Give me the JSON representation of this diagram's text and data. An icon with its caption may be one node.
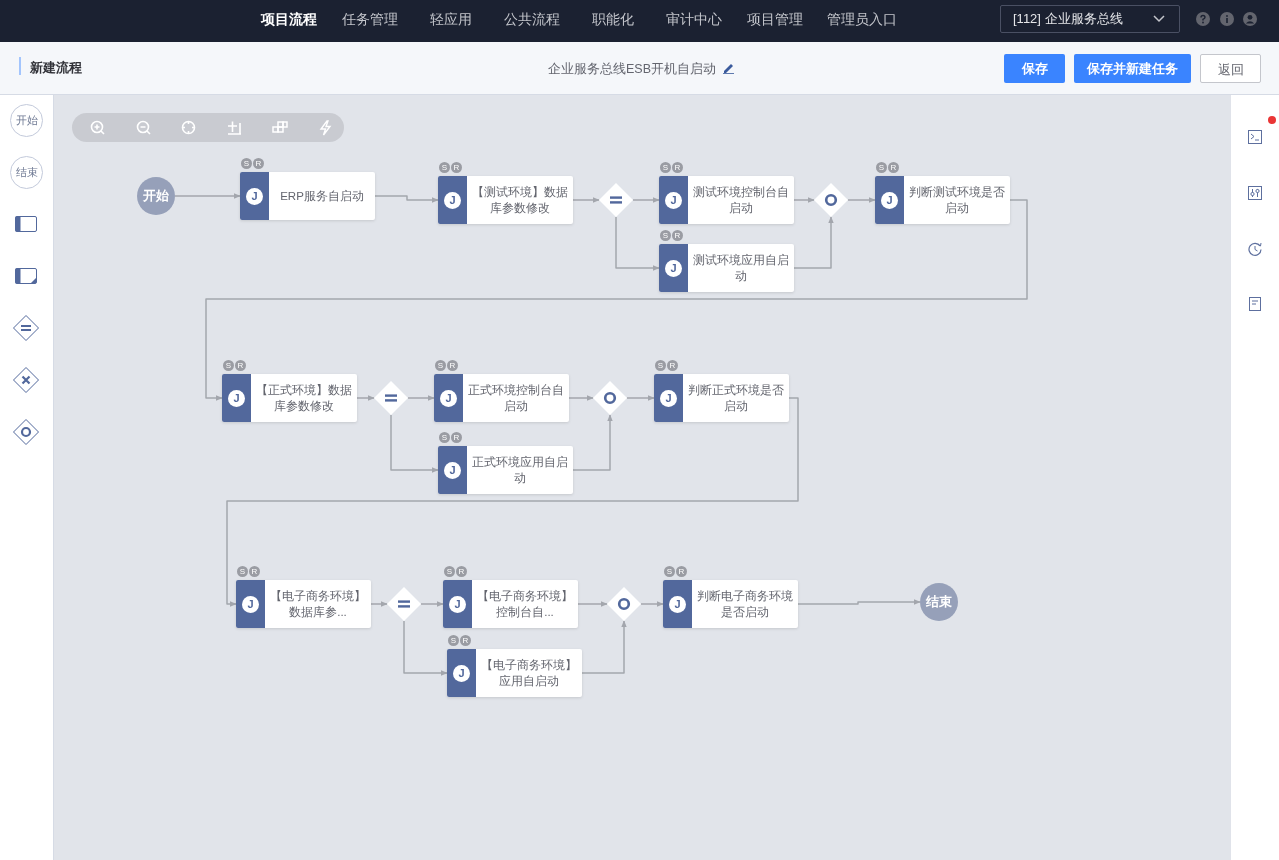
{
  "diagram": {
    "nodes": [
      {
        "text": [
          "开始"
        ]
      },
      {
        "text": [
          "J",
          "ERP服务自启动"
        ],
        "beside": [
          "S",
          "R"
        ]
      },
      {
        "text": [
          "J",
          "【测试环境】数据库参数修改"
        ],
        "beside": [
          "S",
          "R"
        ]
      },
      {
        "text": [],
        "shape": "diamond"
      },
      {
        "text": [
          "J",
          "测试环境控制台自启动"
        ],
        "beside": [
          "S",
          "R"
        ]
      },
      {
        "text": [
          "J",
          "测试环境应用自启动"
        ],
        "beside": [
          "S",
          "R"
        ]
      },
      {
        "text": [],
        "shape": "diamond"
      },
      {
        "text": [
          "J",
          "判断测试环境是否启动"
        ],
        "beside": [
          "S",
          "R"
        ]
      },
      {
        "text": [
          "J",
          "【正式环境】数据库参数修改"
        ],
        "beside": [
          "S",
          "R"
        ]
      },
      {
        "text": [],
        "shape": "diamond"
      },
      {
        "text": [
          "J",
          "正式环境控制台自启动"
        ],
        "beside": [
          "S",
          "R"
        ]
      },
      {
        "text": [
          "J",
          "正式环境应用自启动"
        ],
        "beside": [
          "S",
          "R"
        ]
      },
      {
        "text": [],
        "shape": "diamond"
      },
      {
        "text": [
          "J",
          "判断正式环境是否启动"
        ],
        "beside": [
          "S",
          "R"
        ]
      },
      {
        "text": [
          "J",
          "【电子商务环境】数据库参..."
        ],
        "beside": [
          "S",
          "R"
        ]
      },
      {
        "text": [],
        "shape": "diamond"
      },
      {
        "text": [
          "J",
          "【电子商务环境】控制台自..."
        ],
        "beside": [
          "S",
          "R"
        ]
      },
      {
        "text": [
          "J",
          "【电子商务环境】应用自启动"
        ],
        "beside": [
          "S",
          "R"
        ]
      },
      {
        "text": [],
        "shape": "diamond"
      },
      {
        "text": [
          "J",
          "判断电子商务环境是否启动"
        ],
        "beside": [
          "S",
          "R"
        ]
      },
      {
        "text": [
          "结束"
        ]
      }
    ],
    "edges": [
      {
        "from": 0,
        "to": 1,
        "arrow": "to"
      },
      {
        "from": 1,
        "to": 2,
        "arrow": "to"
      },
      {
        "from": 2,
        "to": 3,
        "arrow": "to"
      },
      {
        "from": 3,
        "to": 4,
        "arrow": "to"
      },
      {
        "from": 3,
        "to": 5,
        "arrow": "to"
      },
      {
        "from": 4,
        "to": 6,
        "arrow": "to"
      },
      {
        "from": 5,
        "to": 6,
        "arrow": "to"
      },
      {
        "from": 6,
        "to": 7,
        "arrow": "to"
      },
      {
        "from": 7,
        "to": 8,
        "arrow": "to"
      },
      {
        "from": 8,
        "to": 9,
        "arrow": "to"
      },
      {
        "from": 9,
        "to": 10,
        "arrow": "to"
      },
      {
        "from": 9,
        "to": 11,
        "arrow": "to"
      },
      {
        "from": 10,
        "to": 12,
        "arrow": "to"
      },
      {
        "from": 11,
        "to": 12,
        "arrow": "to"
      },
      {
        "from": 12,
        "to": 13,
        "arrow": "to"
      },
      {
        "from": 13,
        "to": 14,
        "arrow": "to"
      },
      {
        "from": 14,
        "to": 15,
        "arrow": "to"
      },
      {
        "from": 15,
        "to": 16,
        "arrow": "to"
      },
      {
        "from": 15,
        "to": 17,
        "arrow": "to"
      },
      {
        "from": 16,
        "to": 18,
        "arrow": "to"
      },
      {
        "from": 17,
        "to": 18,
        "arrow": "to"
      },
      {
        "from": 18,
        "to": 19,
        "arrow": "to"
      },
      {
        "from": 19,
        "to": 20,
        "arrow": "to"
      }
    ],
    "labels": [
      "项目流程",
      "任务管理",
      "轻应用",
      "公共流程",
      "职能化",
      "审计中心",
      "项目管理",
      "管理员入口",
      "[112] 企业服务总线",
      "新建流程",
      "企业服务总线ESB开机自启动",
      "保存",
      "保存并新建任务",
      "返回",
      "开始",
      "结束"
    ]
  }
}
